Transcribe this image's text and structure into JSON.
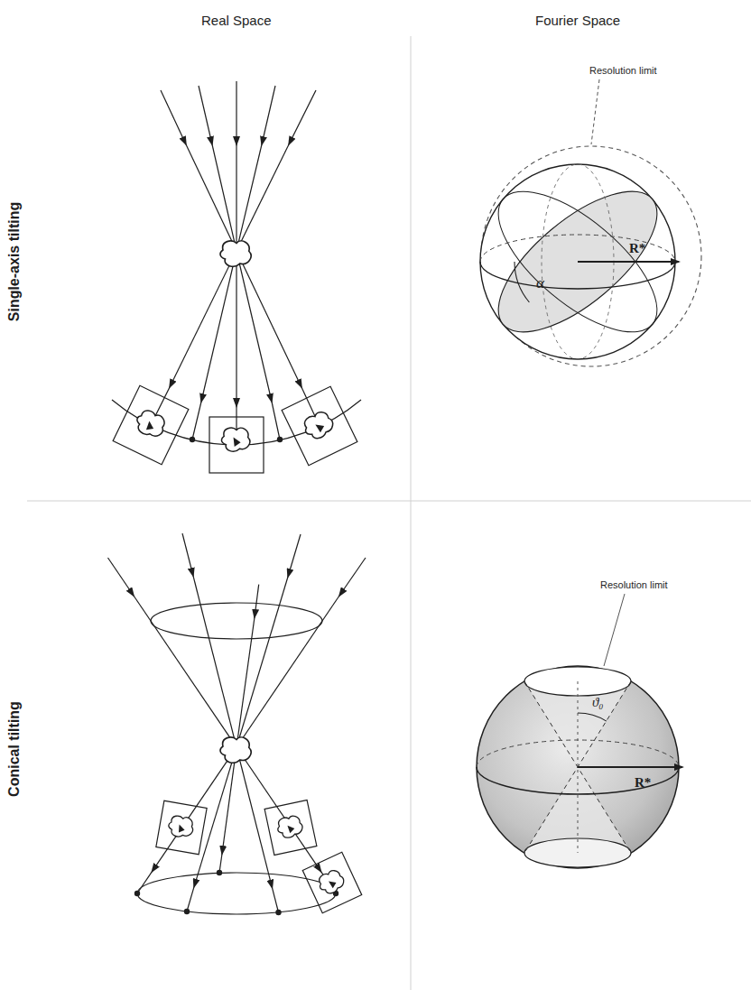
{
  "diagram": {
    "labels": [
      "Real Space",
      "Fourier Space",
      "Single-axis tilting",
      "Conical tilting",
      "Resolution limit",
      "α",
      "R*",
      "Resolution limit",
      "ϑ₀",
      "R*"
    ]
  }
}
